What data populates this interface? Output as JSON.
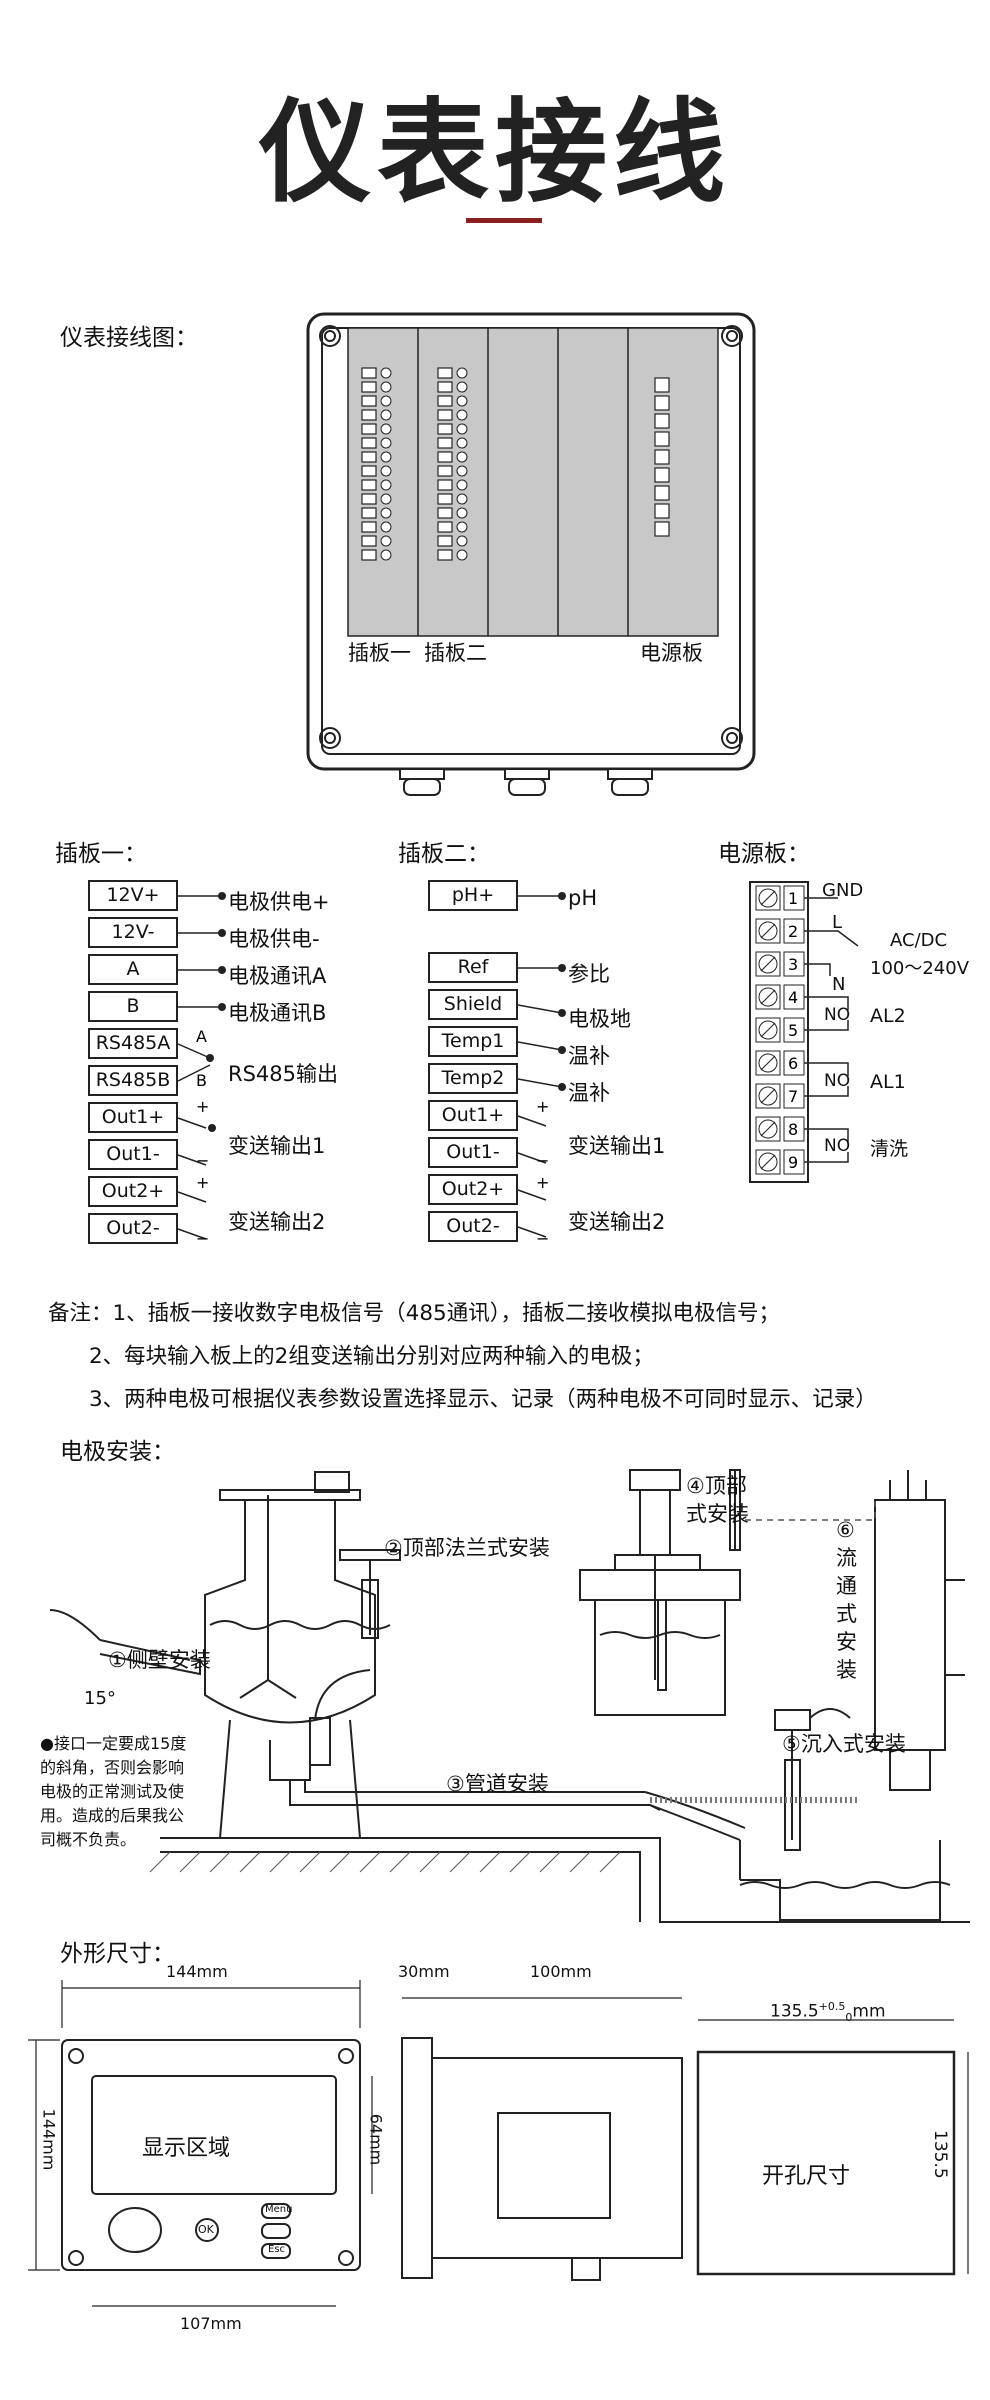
{
  "title": "仪表接线",
  "sections": {
    "wiring_diagram": "仪表接线图：",
    "electrode_install": "电极安装：",
    "dimensions": "外形尺寸："
  },
  "housing": {
    "labels": [
      "插板一",
      "插板二",
      "电源板"
    ]
  },
  "board1": {
    "title": "插板一：",
    "terminals": [
      "12V+",
      "12V-",
      "A",
      "B",
      "RS485A",
      "RS485B",
      "Out1+",
      "Out1-",
      "Out2+",
      "Out2-"
    ],
    "signals": [
      "电极供电+",
      "电极供电-",
      "电极通讯A",
      "电极通讯B",
      "RS485输出",
      "变送输出1",
      "变送输出2"
    ],
    "marks": [
      "A",
      "B",
      "+",
      "−",
      "+",
      "−"
    ]
  },
  "board2": {
    "title": "插板二：",
    "terminals": [
      "pH+",
      "Ref",
      "Shield",
      "Temp1",
      "Temp2",
      "Out1+",
      "Out1-",
      "Out2+",
      "Out2-"
    ],
    "signals": [
      "pH",
      "参比",
      "电极地",
      "温补",
      "温补",
      "变送输出1",
      "变送输出2"
    ],
    "marks": [
      "+",
      "−",
      "+",
      "−"
    ]
  },
  "power_board": {
    "title": "电源板：",
    "numbers": [
      "1",
      "2",
      "3",
      "4",
      "5",
      "6",
      "7",
      "8",
      "9"
    ],
    "labels": [
      "GND",
      "L",
      "N",
      "AC/DC",
      "100～240V",
      "NO",
      "AL2",
      "NO",
      "AL1",
      "NO",
      "清洗"
    ]
  },
  "notes": [
    "备注：1、插板一接收数字电极信号（485通讯），插板二接收模拟电极信号；",
    "      2、每块输入板上的2组变送输出分别对应两种输入的电极；",
    "      3、两种电极可根据仪表参数设置选择显示、记录（两种电极不可同时显示、记录）"
  ],
  "install": {
    "side": "①侧壁安装",
    "top_flange": "②顶部法兰式安装",
    "pipe": "③管道安装",
    "top": [
      "④顶部",
      "式安装"
    ],
    "submerged": "⑤沉入式安装",
    "flow": [
      "⑥",
      "流",
      "通",
      "式",
      "安",
      "装"
    ],
    "angle": "15°",
    "warning": [
      "●接口一定要成15度",
      "的斜角，否则会影响",
      "电极的正常测试及使",
      "用。造成的后果我公",
      "司概不负责。"
    ]
  },
  "dims": {
    "front_width": "144mm",
    "front_height": "144mm",
    "display_height": "64mm",
    "bottom_width": "107mm",
    "display_area": "显示区域",
    "side_depth1": "30mm",
    "side_depth2": "100mm",
    "cutout_top": "135.5",
    "cutout_sup": "+0.5",
    "cutout_sub": "0",
    "cutout_unit": "mm",
    "cutout_side": "135.5",
    "cutout_label": "开孔尺寸",
    "keys": [
      "Menu",
      "OK",
      "Esc"
    ]
  },
  "colors": {
    "accent": "#8b1f1f",
    "board_gray": "#c8c8c8"
  }
}
